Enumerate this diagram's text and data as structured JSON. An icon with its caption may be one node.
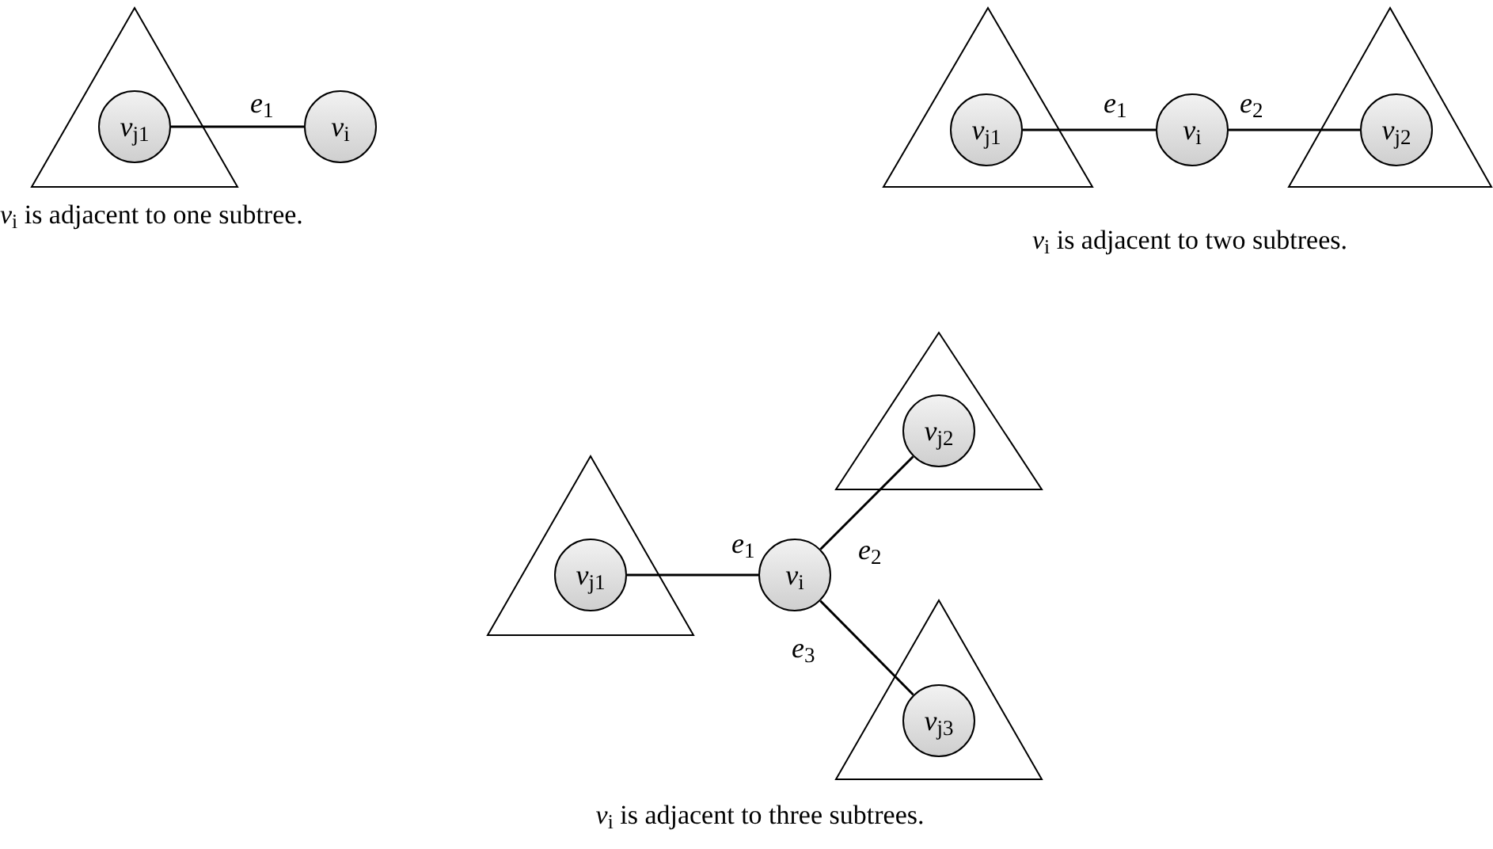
{
  "diagram": {
    "nodes": [
      {
        "text": [],
        "shape": "triangle"
      },
      {
        "text": [
          "*v*$_{j1}$"
        ],
        "in": 0
      },
      {
        "text": [
          "*v*$_{i}$"
        ]
      },
      {
        "text": [],
        "shape": "triangle"
      },
      {
        "text": [
          "*v*$_{j1}$"
        ],
        "in": 3
      },
      {
        "text": [
          "*v*$_{i}$"
        ]
      },
      {
        "text": [],
        "shape": "triangle"
      },
      {
        "text": [
          "*v*$_{j2}$"
        ],
        "in": 6
      },
      {
        "text": [],
        "shape": "triangle"
      },
      {
        "text": [
          "*v*$_{j1}$"
        ],
        "in": 8
      },
      {
        "text": [
          "*v*$_{i}$"
        ]
      },
      {
        "text": [],
        "shape": "triangle"
      },
      {
        "text": [
          "*v*$_{j2}$"
        ],
        "in": 11
      },
      {
        "text": [],
        "shape": "triangle"
      },
      {
        "text": [
          "*v*$_{j3}$"
        ],
        "in": 13
      }
    ],
    "edges": [
      {
        "from": 1,
        "to": 2,
        "arrow": "none",
        "label": "*e*$_{1}$"
      },
      {
        "from": 4,
        "to": 5,
        "arrow": "none",
        "label": "*e*$_{1}$"
      },
      {
        "from": 5,
        "to": 7,
        "arrow": "none",
        "label": "*e*$_{2}$"
      },
      {
        "from": 9,
        "to": 10,
        "arrow": "none",
        "label": "*e*$_{1}$"
      },
      {
        "from": 10,
        "to": 12,
        "arrow": "none",
        "label": "*e*$_{2}$"
      },
      {
        "from": 10,
        "to": 14,
        "arrow": "none",
        "label": "*e*$_{3}$"
      }
    ],
    "labels": [
      "*v*$_{i}$ is adjacent to one subtree.",
      "*v*$_{i}$ is adjacent to two subtrees.",
      "*v*$_{i}$ is adjacent to three subtrees."
    ]
  }
}
